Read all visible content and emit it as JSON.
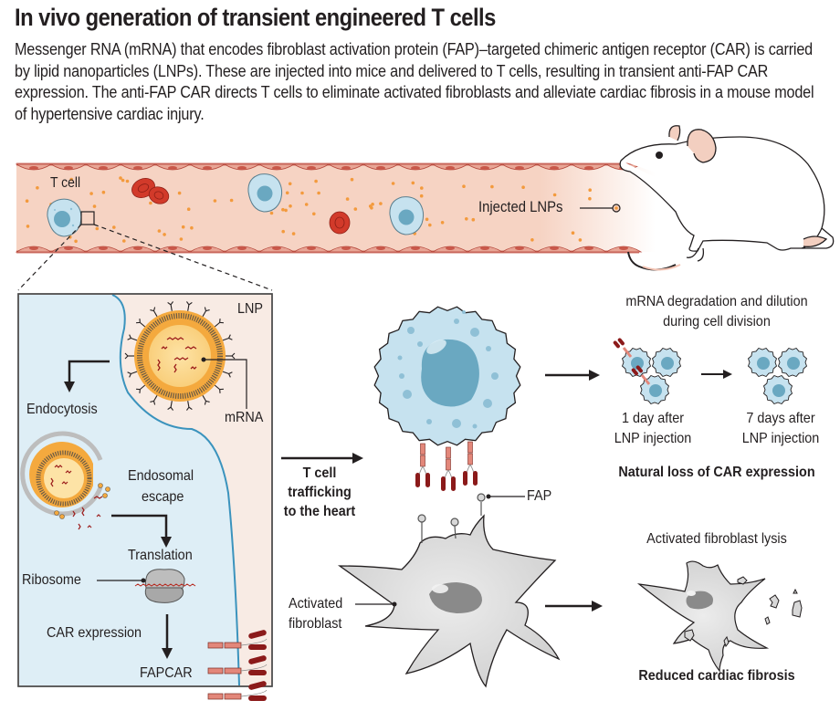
{
  "header": {
    "title": "In vivo generation of transient engineered T cells",
    "description": "Messenger RNA (mRNA) that encodes fibroblast activation protein (FAP)–targeted chimeric antigen receptor (CAR) is carried by lipid nanoparticles (LNPs). These are injected into mice and delivered to T cells, resulting in transient anti-FAP CAR expression. The anti-FAP CAR directs T cells to eliminate activated fibroblasts and alleviate cardiac fibrosis in a mouse model of hypertensive cardiac injury."
  },
  "vessel": {
    "t_cell_label": "T cell",
    "lnp_label": "Injected LNPs",
    "icons": [
      "blood-vessel",
      "t-cell",
      "red-blood-cell",
      "lnp-dot",
      "mouse"
    ]
  },
  "inset": {
    "lnp_label": "LNP",
    "mrna_label": "mRNA",
    "endocytosis_label": "Endocytosis",
    "endosomal_escape_line1": "Endosomal",
    "endosomal_escape_line2": "escape",
    "translation_label": "Translation",
    "ribosome_label": "Ribosome",
    "car_expression_label": "CAR expression",
    "fapcar_label": "FAPCAR"
  },
  "center": {
    "trafficking_line1": "T cell",
    "trafficking_line2": "trafficking",
    "trafficking_line3": "to the heart",
    "fap_label": "FAP",
    "fibroblast_line1": "Activated",
    "fibroblast_line2": "fibroblast"
  },
  "right": {
    "degradation_line1": "mRNA degradation and dilution",
    "degradation_line2": "during cell division",
    "day1_line1": "1 day after",
    "day1_line2": "LNP injection",
    "day7_line1": "7 days after",
    "day7_line2": "LNP injection",
    "loss_heading": "Natural loss of CAR expression",
    "lysis_label": "Activated fibroblast lysis",
    "outcome_heading": "Reduced cardiac fibrosis"
  },
  "colors": {
    "vessel_fill": "#f6d3c3",
    "vessel_wall": "#e39b86",
    "rbc": "#d23a2a",
    "lnp_dot": "#f39a3d",
    "tcell_fill": "#c6e2ef",
    "tcell_nucleus": "#6aa8c1",
    "cytoplasm": "#deeef6",
    "extracellular": "#f8ebe4",
    "membrane": "#3b93bd",
    "fibroblast": "#d8d8d8",
    "car_dark": "#8b1a1a",
    "car_light": "#e3877a"
  }
}
